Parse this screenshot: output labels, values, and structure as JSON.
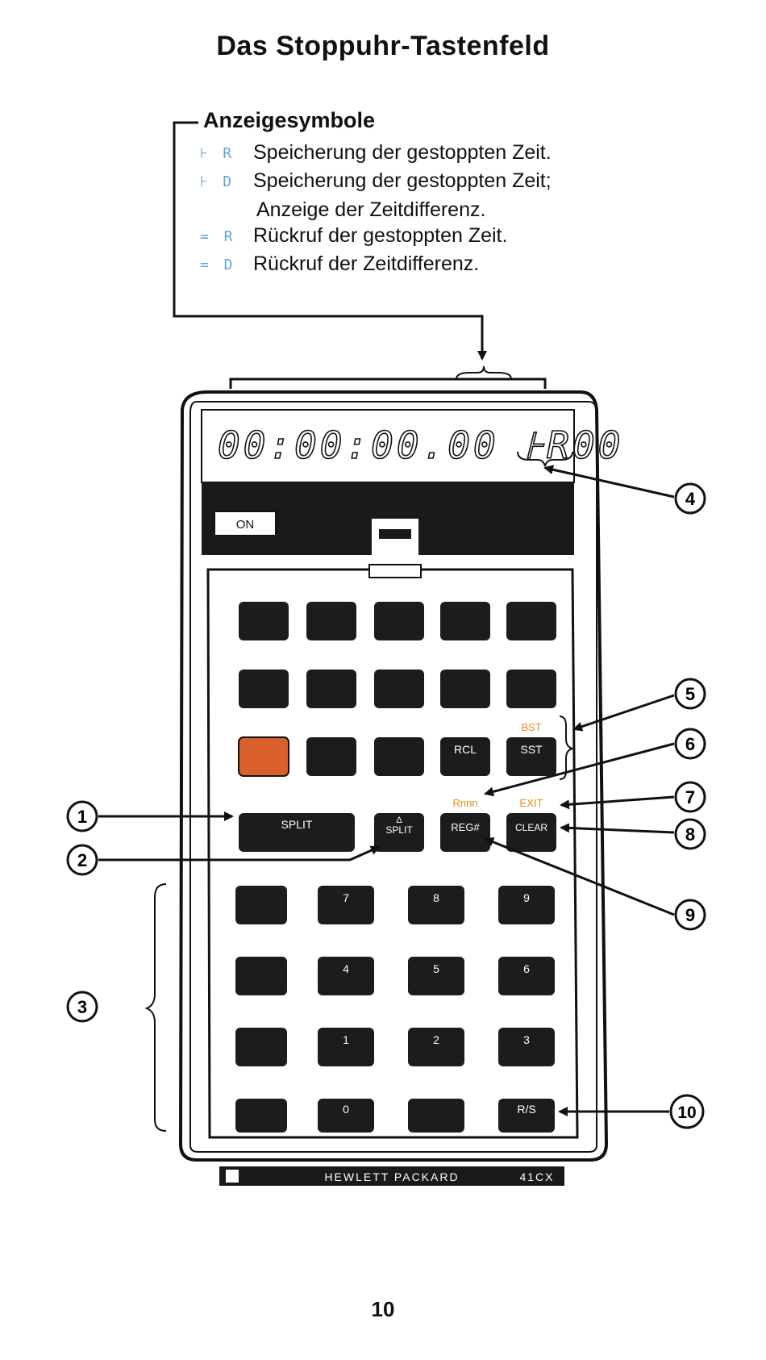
{
  "page": {
    "title": "Das Stoppuhr-Tastenfeld",
    "page_number": "10"
  },
  "legend": {
    "heading": "Anzeigesymbole",
    "items": [
      {
        "symbol": "⊦ R",
        "text": "Speicherung der gestoppten Zeit."
      },
      {
        "symbol": "⊦ D",
        "text": "Speicherung der gestoppten Zeit;"
      },
      {
        "symbol": "",
        "text": "Anzeige der Zeitdifferenz."
      },
      {
        "symbol": "= R",
        "text": "Rückruf der gestoppten Zeit."
      },
      {
        "symbol": "= D",
        "text": "Rückruf der Zeitdifferenz."
      }
    ]
  },
  "calculator": {
    "display": "00:00:00.00 ⊦R00",
    "on_label": "ON",
    "brand": "HEWLETT PACKARD",
    "model": "41CX",
    "keys": {
      "rcl": "RCL",
      "sst": "SST",
      "bst": "BST",
      "split": "SPLIT",
      "delta_symbol": "Δ",
      "delta_split": "SPLIT",
      "reg": "REG#",
      "rnnn": "Rnnn",
      "clear": "CLEAR",
      "exit": "EXIT",
      "k7": "7",
      "k8": "8",
      "k9": "9",
      "k4": "4",
      "k5": "5",
      "k6": "6",
      "k1": "1",
      "k2": "2",
      "k3": "3",
      "k0": "0",
      "rs": "R/S"
    }
  },
  "callouts": [
    "1",
    "2",
    "3",
    "4",
    "5",
    "6",
    "7",
    "8",
    "9",
    "10"
  ],
  "colors": {
    "legend_symbol": "#5aa6d8",
    "shift_key": "#d9602a",
    "shift_label": "#e8891c",
    "key_dark": "#1c1c1c"
  }
}
